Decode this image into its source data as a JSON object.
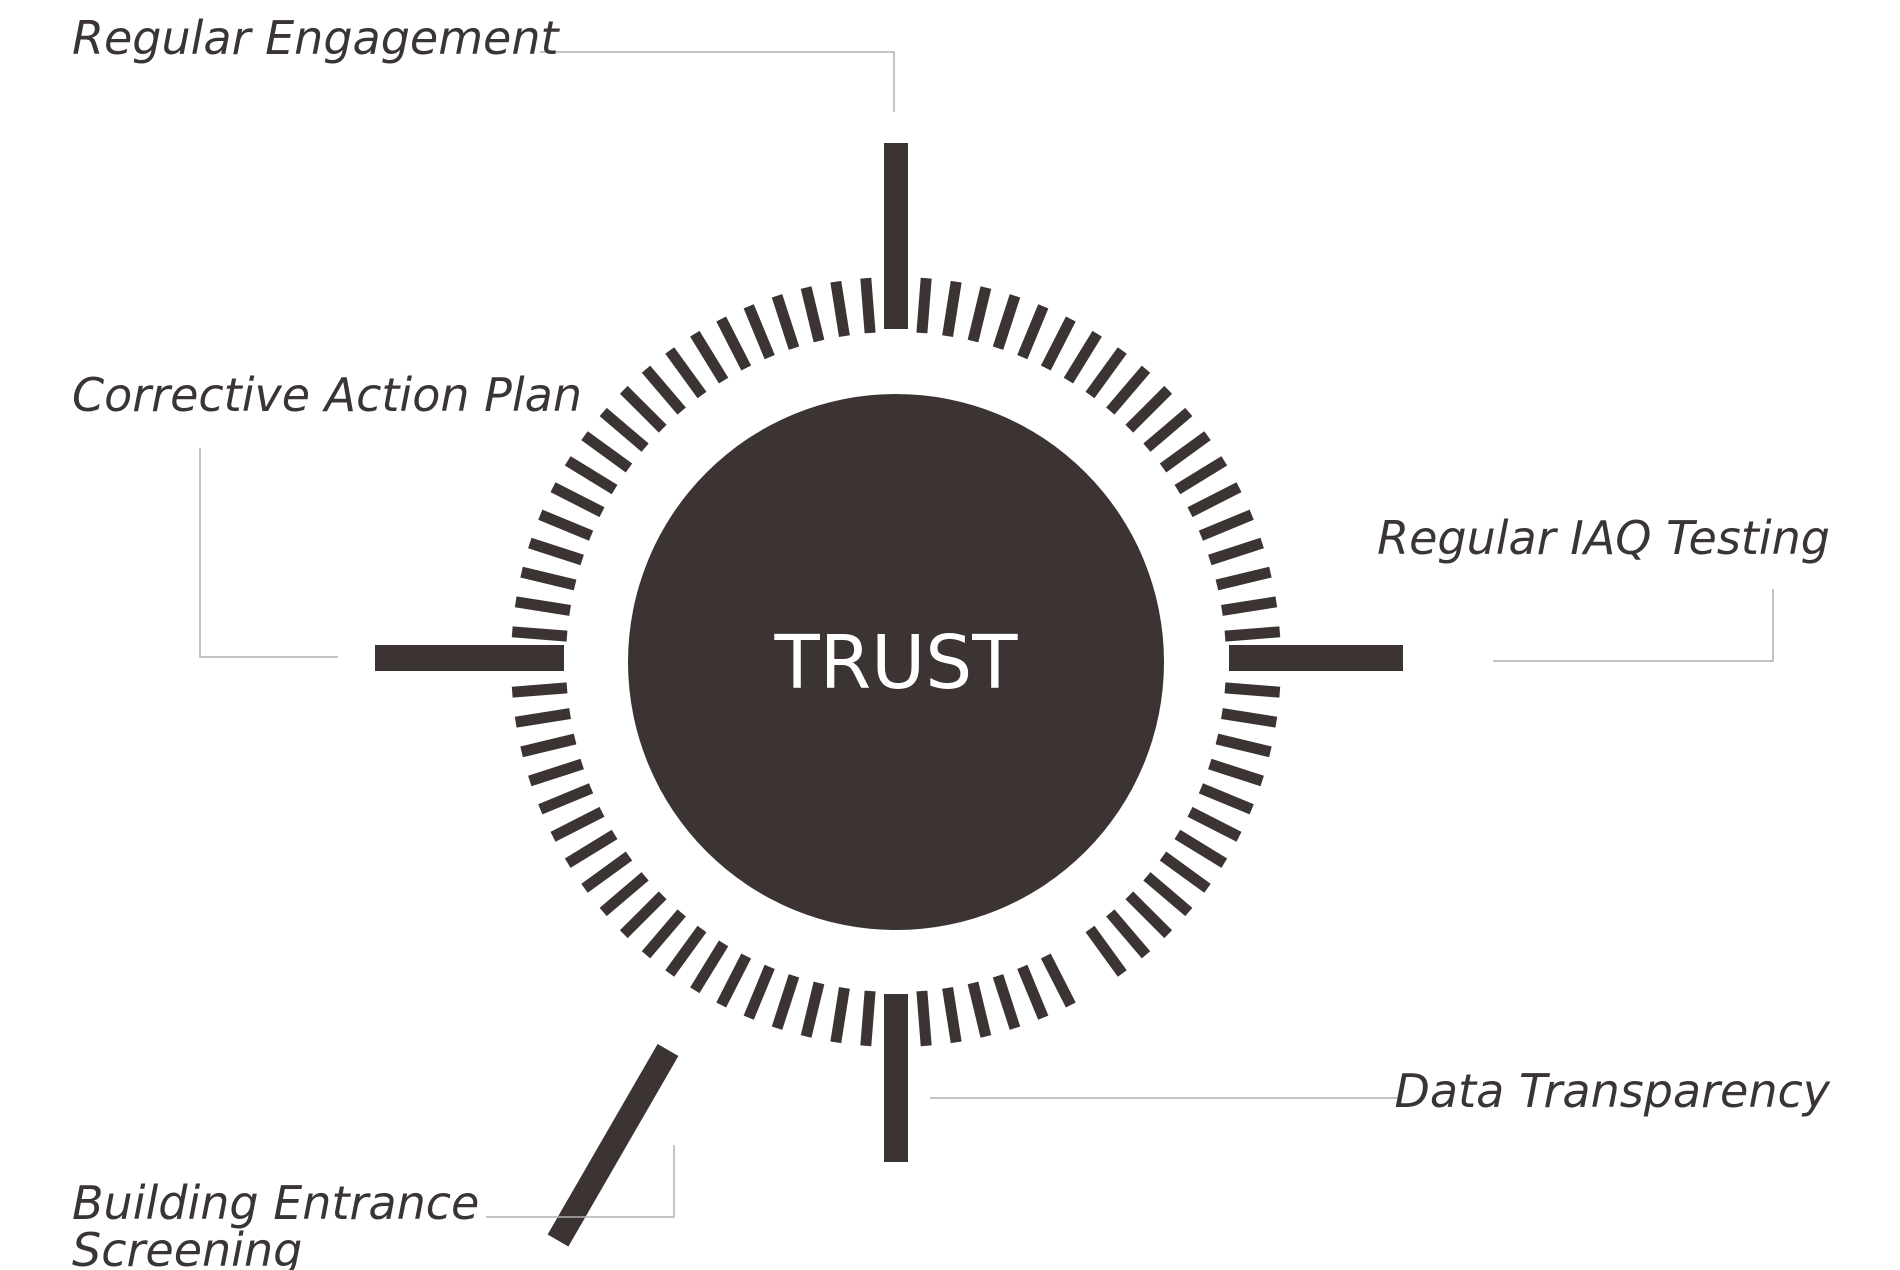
{
  "center": {
    "label": "TRUST",
    "color": "#3b3433",
    "text_color": "#ffffff"
  },
  "labels": {
    "regular_engagement": "Regular Engagement",
    "corrective_action_plan": "Corrective Action Plan",
    "regular_iaq_testing": "Regular IAQ Testing",
    "data_transparency": "Data Transparency",
    "building_entrance_screening_line1": "Building Entrance",
    "building_entrance_screening_line2": "Screening"
  },
  "colors": {
    "shape": "#3b3433",
    "leader_line": "#b0b0b0",
    "label_text": "#3a3434"
  }
}
